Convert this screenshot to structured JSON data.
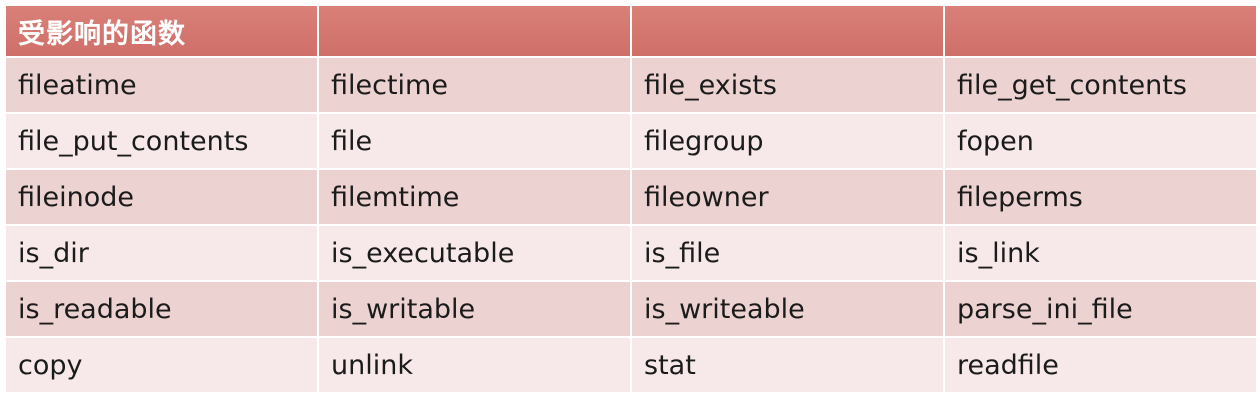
{
  "table": {
    "headers": [
      "受影响的函数",
      "",
      "",
      ""
    ],
    "rows": [
      [
        "fileatime",
        "filectime",
        "file_exists",
        "file_get_contents"
      ],
      [
        "file_put_contents",
        "file",
        "filegroup",
        "fopen"
      ],
      [
        "fileinode",
        "filemtime",
        "fileowner",
        "fileperms"
      ],
      [
        "is_dir",
        "is_executable",
        "is_file",
        "is_link"
      ],
      [
        "is_readable",
        "is_writable",
        "is_writeable",
        "parse_ini_file"
      ],
      [
        "copy",
        "unlink",
        "stat",
        "readfile"
      ]
    ]
  },
  "colors": {
    "header_bg": "#d3756f",
    "row_odd_bg": "#ecd3d2",
    "row_even_bg": "#f7e9e9",
    "header_text": "#ffffff",
    "cell_text": "#1b1b1b"
  }
}
